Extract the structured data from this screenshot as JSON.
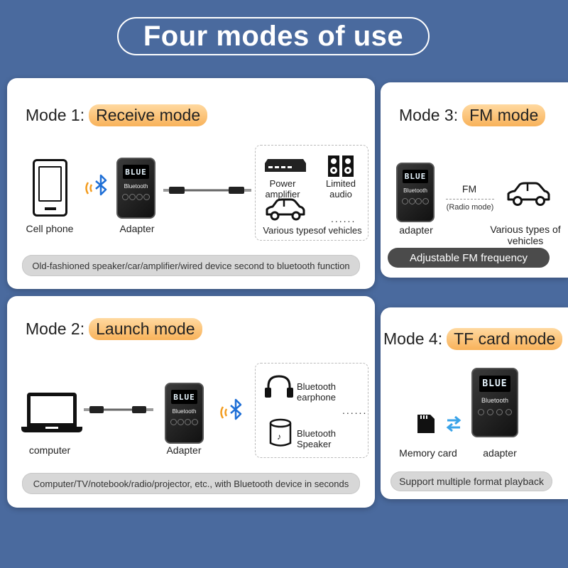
{
  "title": "Four modes of use",
  "mode1": {
    "prefix": "Mode 1:",
    "name": "Receive mode",
    "cell_phone": "Cell phone",
    "adapter": "Adapter",
    "screen_text": "BLUE",
    "bluetooth_text": "Bluetooth",
    "power_amplifier": "Power amplifier",
    "limited_audio": "Limited audio",
    "vehicles": "Various typesof vehicles",
    "dots": "......",
    "caption": "Old-fashioned speaker/car/amplifier/wired device second to bluetooth function"
  },
  "mode2": {
    "prefix": "Mode 2:",
    "name": "Launch mode",
    "computer": "computer",
    "adapter": "Adapter",
    "screen_text": "BLUE",
    "bluetooth_text": "Bluetooth",
    "earphone": "Bluetooth earphone",
    "speaker": "Bluetooth Speaker",
    "dots": "......",
    "caption": "Computer/TV/notebook/radio/projector, etc., with Bluetooth device in seconds"
  },
  "mode3": {
    "prefix": "Mode 3:",
    "name": "FM mode",
    "adapter": "adapter",
    "screen_text": "BLUE",
    "bluetooth_text": "Bluetooth",
    "fm": "FM",
    "radio_mode": "(Radio mode)",
    "vehicles": "Various types of vehicles",
    "caption": "Adjustable FM frequency"
  },
  "mode4": {
    "prefix": "Mode 4:",
    "name": "TF card mode",
    "memory_card": "Memory card",
    "adapter": "adapter",
    "screen_text": "BLUE",
    "bluetooth_text": "Bluetooth",
    "caption": "Support multiple format playback"
  },
  "colors": {
    "background": "#4a6a9e",
    "highlight": "#f8b25a",
    "bluetooth": "#1f6fd6",
    "wave": "#f39c1f",
    "arrow": "#3aa3e8"
  },
  "icons": [
    "cell-phone-icon",
    "bluetooth-icon",
    "cable-icon",
    "amplifier-icon",
    "speaker-icon",
    "car-icon",
    "laptop-icon",
    "headphones-icon",
    "bluetooth-speaker-icon",
    "memory-card-icon",
    "transfer-arrows-icon"
  ]
}
